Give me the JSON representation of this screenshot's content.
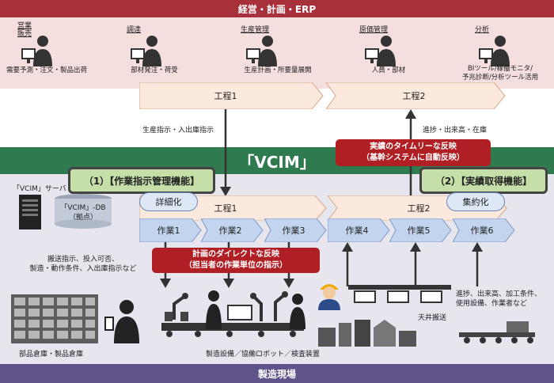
{
  "bands": {
    "top": "経営・計画・ERP",
    "vcim": "「VCIM」",
    "bottom": "製造現場"
  },
  "roles": [
    {
      "label": "営業\n販売",
      "desc": "需要予測・注文・製品出荷"
    },
    {
      "label": "調達",
      "desc": "部材発注・荷受"
    },
    {
      "label": "生産管理",
      "desc": "生産計画・所要量展開"
    },
    {
      "label": "原価管理",
      "desc": "人員・部材"
    },
    {
      "label": "分析",
      "desc": "BIツール/稼働モニタ/\n予兆診断/分析ツール活用"
    }
  ],
  "upper_processes": [
    "工程1",
    "工程2"
  ],
  "labels": {
    "production_instruction": "生産指示・入出庫指示",
    "progress": "進捗・出来高・在庫",
    "timely_1": "実績のタイムリーな反映",
    "timely_2": "（基幹システムに自動反映）",
    "func1": "（1）【作業指示管理機能】",
    "func2": "（2）【実績取得機能】",
    "server": "「VCIM」サーバ",
    "db1": "「VCIM」-DB",
    "db2": "（拠点）",
    "detail": "詳細化",
    "aggregate": "集約化",
    "direct_1": "計画のダイレクトな反映",
    "direct_2": "（担当者の作業単位の指示）",
    "left_instr": "搬送指示、投入可否、\n製造・動作条件、入出庫指示など",
    "right_results": "進捗、出来高、加工条件、\n使用設備、作業者など",
    "ceiling": "天井搬送",
    "warehouse": "部品倉庫・製品倉庫",
    "equipment": "製造設備／協働ロボット／検査装置"
  },
  "lower_processes": [
    "工程1",
    "工程2"
  ],
  "tasks": [
    "作業1",
    "作業2",
    "作業3",
    "作業4",
    "作業5",
    "作業6"
  ],
  "colors": {
    "top_band": "#a8303b",
    "erp_band": "#f5dede",
    "vcim_band": "#2f7a4e",
    "field_band": "#e7e6ef",
    "bottom_band": "#5f538a",
    "red_box": "#b01f24",
    "green_box": "#c6dea8",
    "chevron_light": "#fce9dd",
    "task_blue": "#c3d5ee"
  }
}
